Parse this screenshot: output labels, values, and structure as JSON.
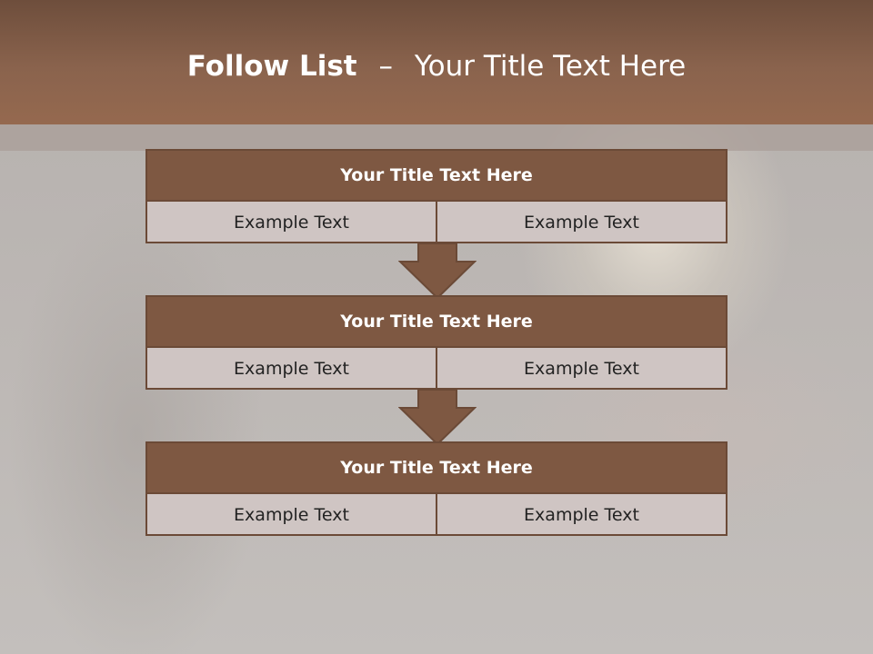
{
  "slide": {
    "title_bold": "Follow List",
    "title_dash": "–",
    "title_rest": "Your Title Text Here"
  },
  "steps": [
    {
      "title": "Your Title Text Here",
      "left": "Example Text",
      "right": "Example Text"
    },
    {
      "title": "Your Title Text Here",
      "left": "Example Text",
      "right": "Example Text"
    },
    {
      "title": "Your Title Text Here",
      "left": "Example Text",
      "right": "Example Text"
    }
  ],
  "colors": {
    "header": "#8a634d",
    "box_header": "#7e5842",
    "box_border": "#6b4a37",
    "cell_bg": "#cfc5c3"
  }
}
